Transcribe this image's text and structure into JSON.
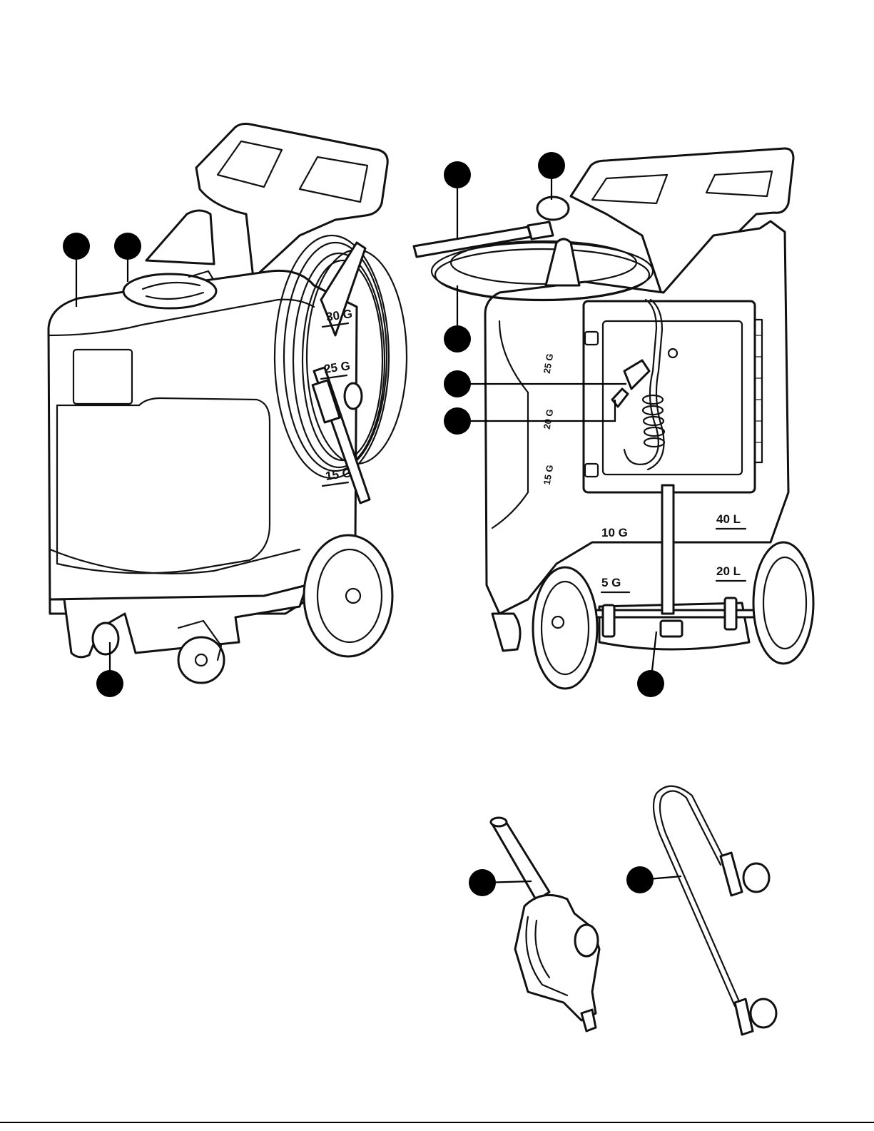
{
  "front_view": {
    "scale_marks": [
      "30 G",
      "25 G",
      "15 G"
    ]
  },
  "rear_view": {
    "scale_marks": [
      "25 G",
      "20 G",
      "15 G",
      "10 G",
      "5 G",
      "40 L",
      "20 L"
    ]
  },
  "colors": {
    "line": "#111111",
    "callout": "#000000",
    "background": "#ffffff"
  }
}
